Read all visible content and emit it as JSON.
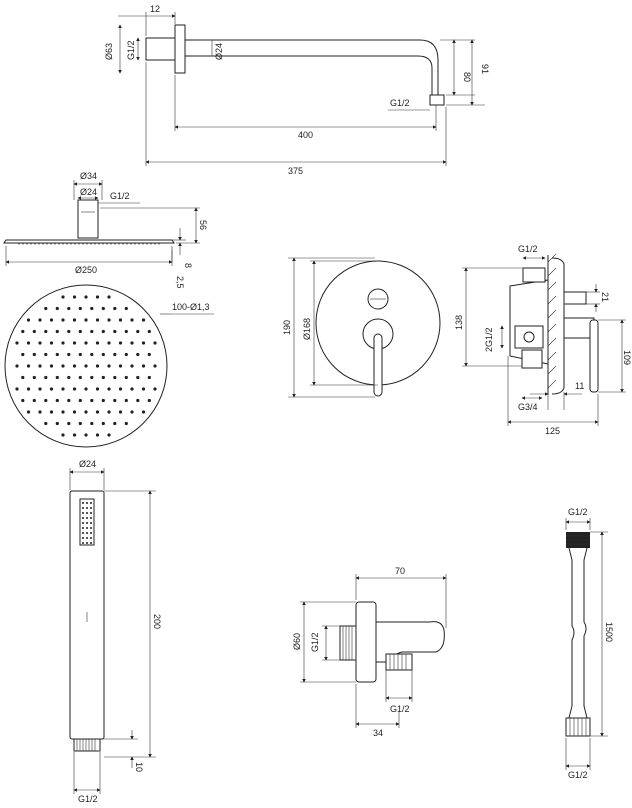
{
  "wall_arm": {
    "dim_flange_depth": "12",
    "dim_flange_dia": "Ø63",
    "thread_wall": "G1/2",
    "dim_arm_dia": "Ø24",
    "dim_drop": "80",
    "dim_total_drop": "91",
    "thread_outlet": "G1/2",
    "dim_projection": "400",
    "dim_center": "375"
  },
  "head_side": {
    "dim_neck_outer": "Ø34",
    "dim_neck_inner": "Ø24",
    "thread": "G1/2",
    "dim_height": "56",
    "dim_plate": "8",
    "dim_edge": "2,5",
    "dim_diameter": "Ø250"
  },
  "head_top": {
    "nozzles_label": "100-Ø1,3"
  },
  "mixer_front": {
    "dim_height": "190",
    "dim_rosette": "Ø168"
  },
  "mixer_side": {
    "thread_top": "G1/2",
    "thread_inlets": "2G1/2",
    "dim_body": "138",
    "dim_right_small": "21",
    "dim_right_total": "109",
    "dim_min": "11",
    "thread_bottom": "G3/4",
    "dim_depth": "125"
  },
  "hand_shower": {
    "dim_diameter": "Ø24",
    "dim_length": "200",
    "dim_thread_len": "10",
    "thread": "G1/2"
  },
  "outlet_elbow": {
    "dim_length": "70",
    "dim_flange": "Ø60",
    "thread_wall": "G1/2",
    "thread_outlet": "G1/2",
    "dim_offset": "34"
  },
  "hose": {
    "thread_top": "G1/2",
    "dim_length": "1500",
    "thread_bottom": "G1/2"
  }
}
